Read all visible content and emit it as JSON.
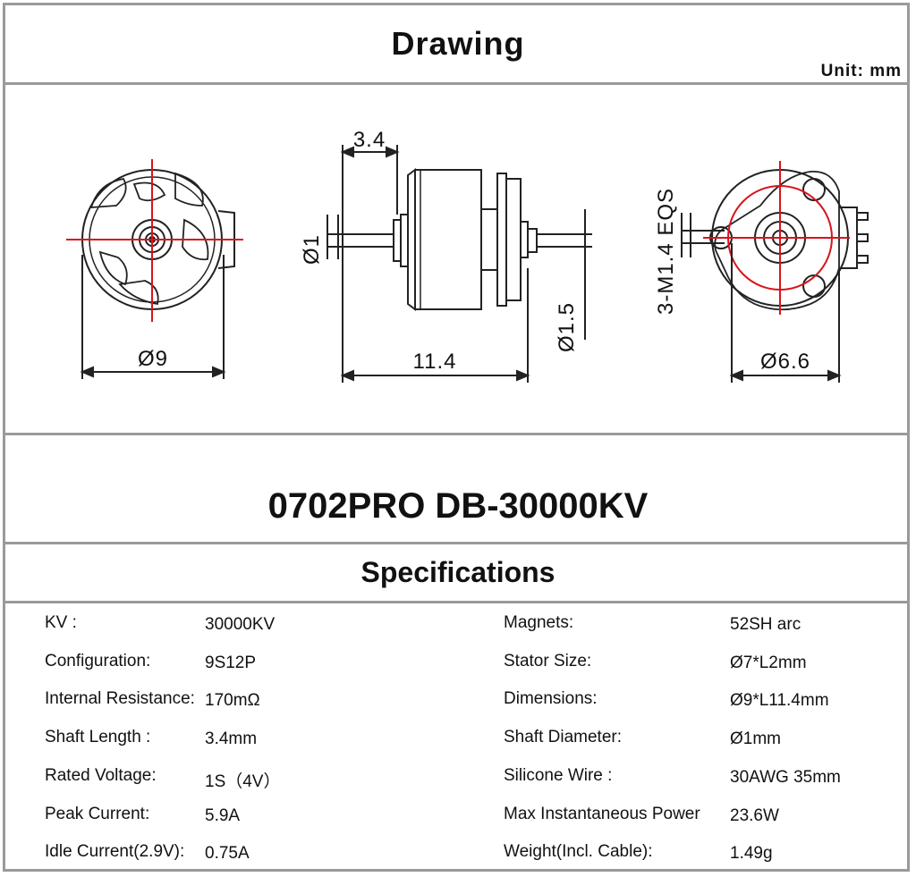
{
  "header": {
    "title": "Drawing",
    "unit": "Unit:  mm"
  },
  "dimensions": {
    "front_diameter": "Ø9",
    "shaft_length": "3.4",
    "shaft_diameter": "Ø1",
    "total_length": "11.4",
    "end_shaft": "Ø1.5",
    "mount_holes": "3-M1.4 EQS",
    "mount_circle": "Ø6.6"
  },
  "model": {
    "title": "0702PRO DB-30000KV"
  },
  "specs": {
    "title": "Specifications",
    "rows": [
      {
        "label1": "KV :",
        "value1": "30000KV",
        "label2": "Magnets:",
        "value2": "52SH    arc"
      },
      {
        "label1": "Configuration:",
        "value1": "9S12P",
        "label2": "Stator Size:",
        "value2": "Ø7*L2mm"
      },
      {
        "label1": "Internal Resistance:",
        "value1": "170mΩ",
        "label2": "Dimensions:",
        "value2": "Ø9*L11.4mm"
      },
      {
        "label1": "Shaft Length :",
        "value1": "3.4mm",
        "label2": "Shaft Diameter:",
        "value2": "Ø1mm"
      },
      {
        "label1": "Rated Voltage:",
        "value1": "1S（4V）",
        "label2": "Silicone Wire :",
        "value2": "30AWG 35mm"
      },
      {
        "label1": "Peak Current:",
        "value1": "5.9A",
        "label2": "Max Instantaneous Power",
        "value2": "23.6W"
      },
      {
        "label1": "Idle Current(2.9V):",
        "value1": "0.75A",
        "label2": "Weight(Incl. Cable):",
        "value2": "1.49g"
      }
    ]
  },
  "colors": {
    "border": "#9a9a9a",
    "centerline": "#d8141c",
    "line": "#222222"
  }
}
